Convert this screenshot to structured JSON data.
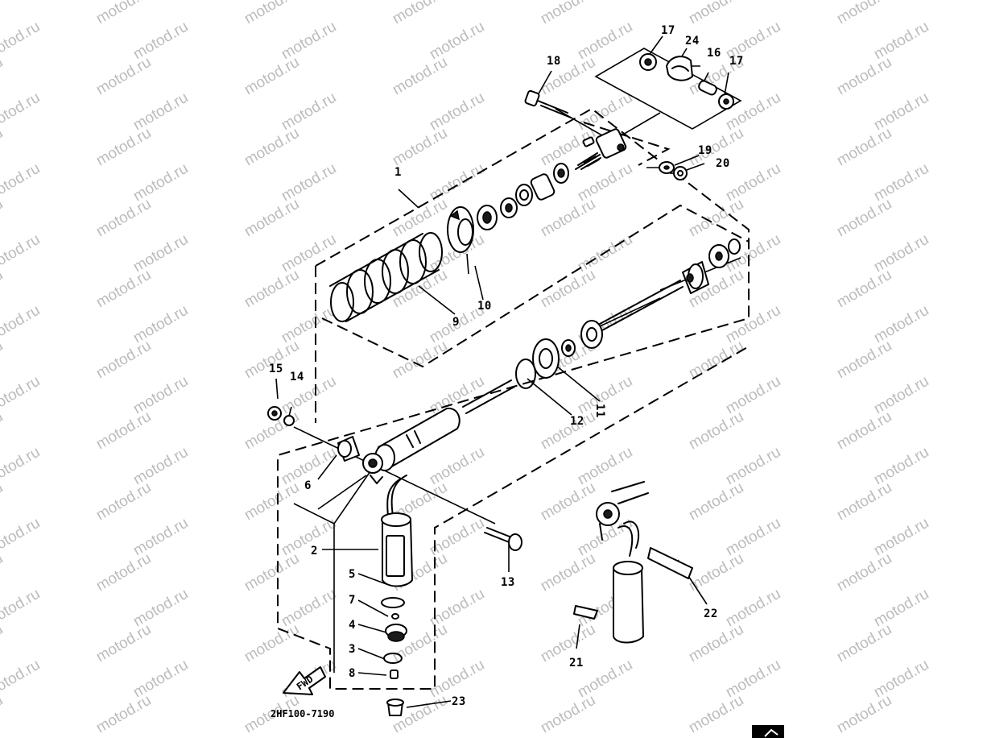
{
  "watermark": "motod.ru",
  "diagram_code": "2HF100-7190",
  "fwd_label": "FWD",
  "parts": {
    "p1": "1",
    "p2": "2",
    "p3": "3",
    "p4": "4",
    "p5": "5",
    "p6": "6",
    "p7": "7",
    "p8": "8",
    "p9": "9",
    "p10": "10",
    "p11": "11",
    "p12": "12",
    "p13": "13",
    "p14": "14",
    "p15": "15",
    "p16": "16",
    "p17a": "17",
    "p17b": "17",
    "p18": "18",
    "p19": "19",
    "p20": "20",
    "p21": "21",
    "p22": "22",
    "p23": "23",
    "p24": "24"
  }
}
